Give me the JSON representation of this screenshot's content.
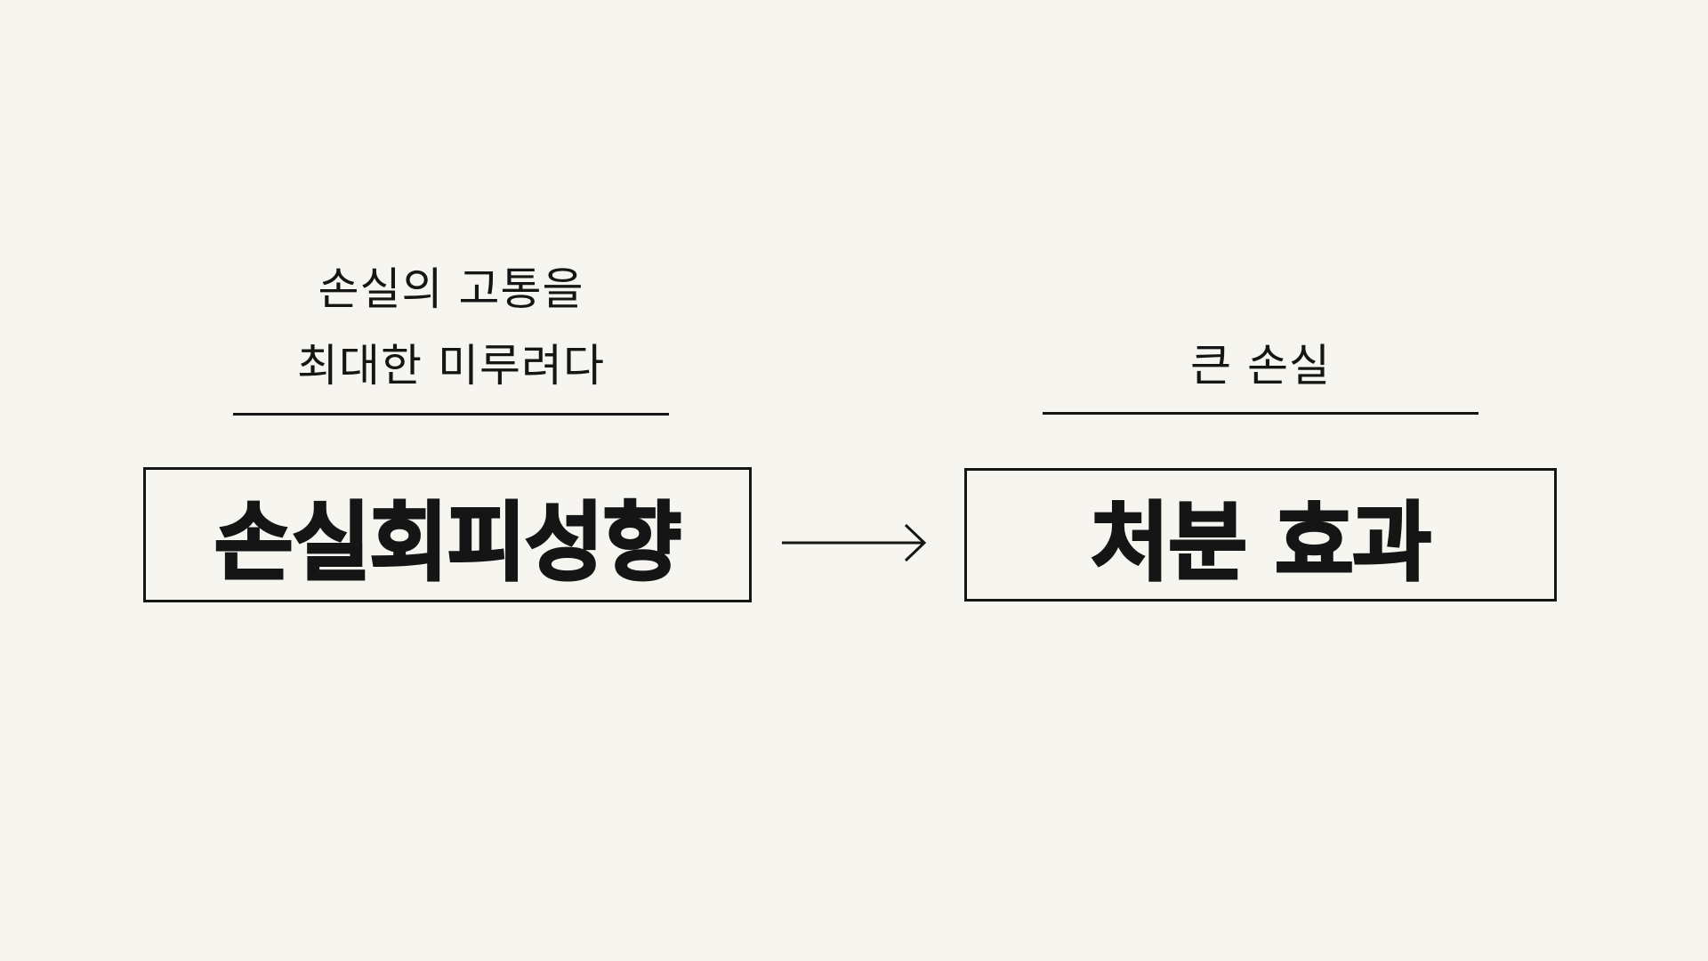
{
  "left": {
    "caption_line1": "손실의 고통을",
    "caption_line2": "최대한 미루려다",
    "concept": "손실회피성향"
  },
  "right": {
    "caption": "큰 손실",
    "concept": "처분 효과"
  },
  "colors": {
    "background": "#f6f5ef",
    "ink": "#151515"
  },
  "icons": {
    "connector": "arrow-right-icon"
  }
}
